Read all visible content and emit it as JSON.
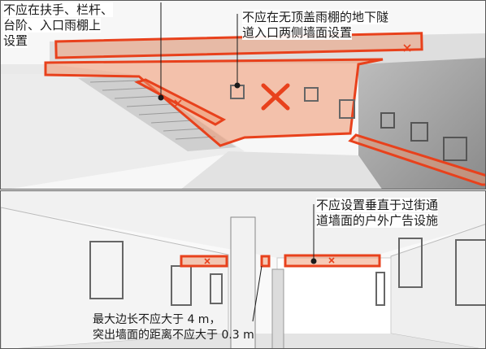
{
  "top_panel": {
    "note_handrail": [
      "不应在扶手、栏杆、",
      "台阶、入口雨棚上",
      "设置"
    ],
    "note_tunnel": [
      "不应在无顶盖雨棚的地下隧",
      "道入口两侧墙面设置"
    ]
  },
  "bottom_panel": {
    "note_perpendicular": [
      "不应设置垂直于过街通",
      "道墙面的户外广告设施"
    ],
    "note_size": [
      "最大边长不应大于 4 m，",
      "突出墙面的距离不应大于 0.3 m"
    ]
  },
  "colors": {
    "highlight": "#e8411c",
    "fill": "rgba(240,150,110,0.55)"
  }
}
